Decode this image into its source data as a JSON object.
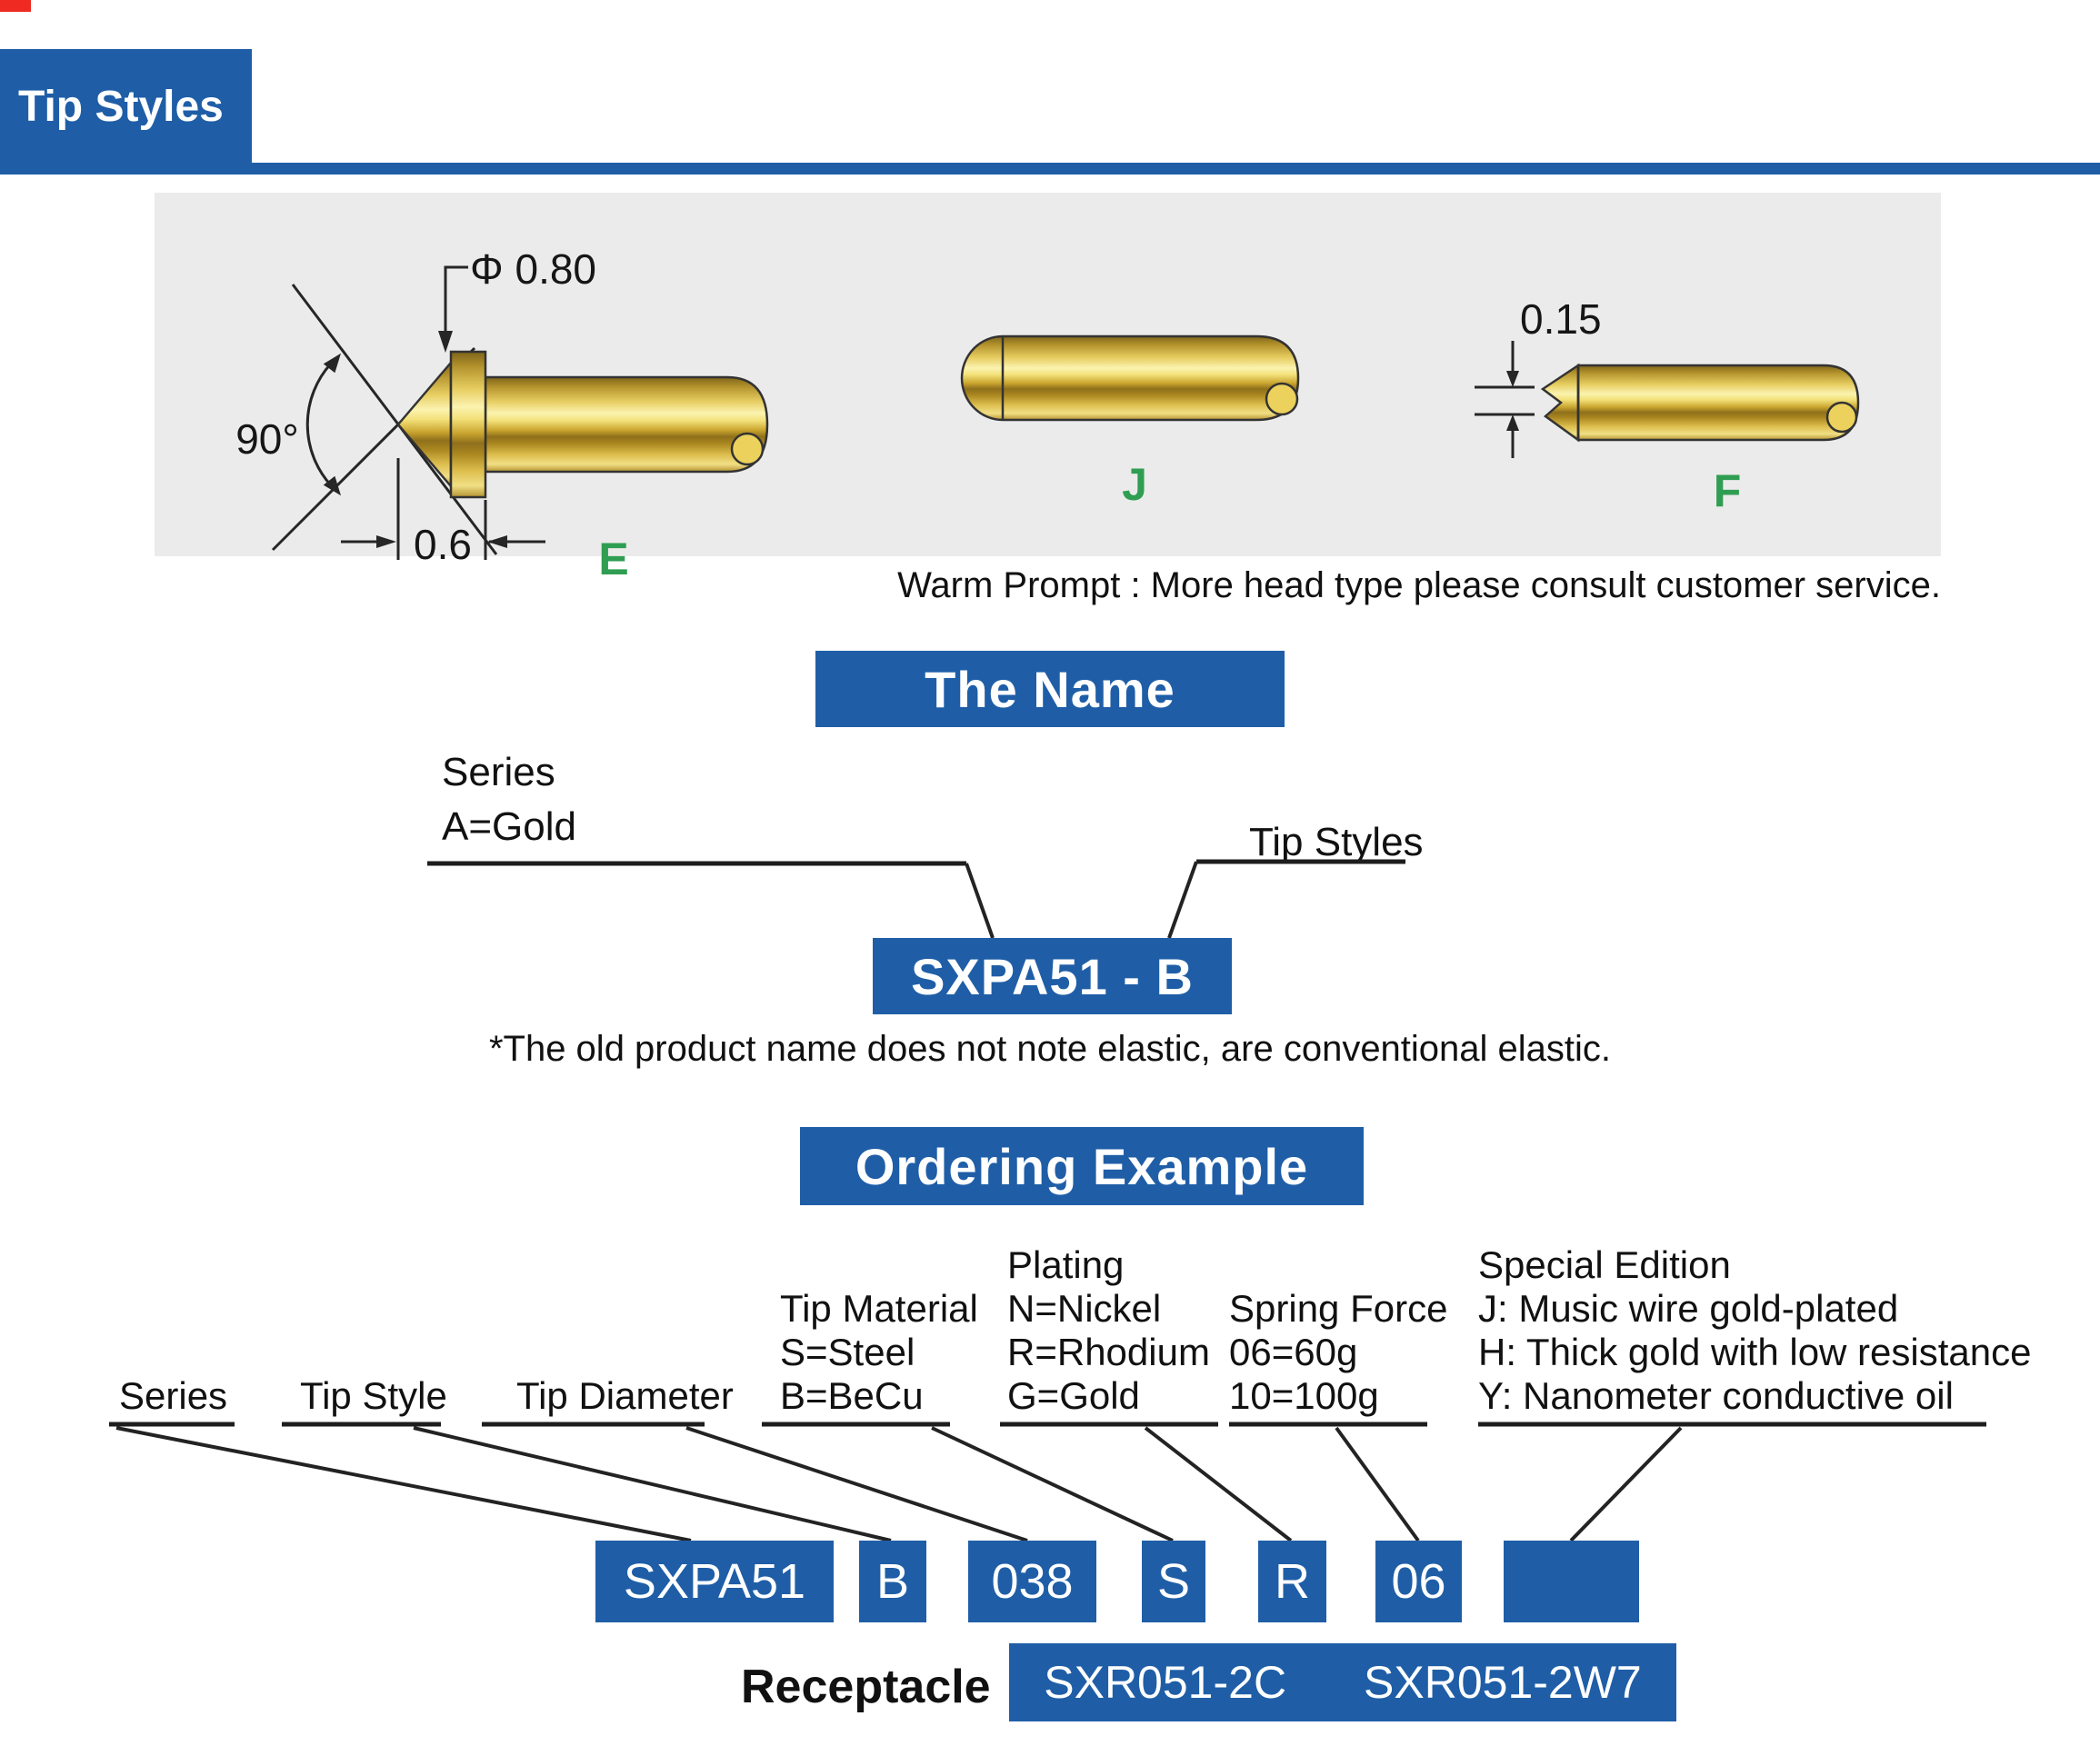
{
  "header": {
    "title": "Tip Styles"
  },
  "panel": {
    "warm_prompt": "Warm Prompt : More head type please consult customer service.",
    "probe_e": {
      "label": "E",
      "dim_diameter": "Φ 0.80",
      "dim_angle": "90°",
      "dim_tip_length": "0.6"
    },
    "probe_j": {
      "label": "J"
    },
    "probe_f": {
      "label": "F",
      "dim_notch": "0.15"
    }
  },
  "name_section": {
    "title": "The Name",
    "series_label": "Series",
    "series_value": "A=Gold",
    "tip_styles_label": "Tip Styles",
    "code": "SXPA51 - B",
    "note": "*The old product name does not note elastic, are conventional elastic."
  },
  "ordering": {
    "title": "Ordering Example",
    "fields": [
      {
        "label": "Series",
        "lines": [],
        "code": "SXPA51"
      },
      {
        "label": "Tip Style",
        "lines": [],
        "code": "B"
      },
      {
        "label": "Tip Diameter",
        "lines": [],
        "code": "038"
      },
      {
        "label": "Tip Material",
        "lines": [
          "S=Steel",
          "B=BeCu"
        ],
        "code": "S"
      },
      {
        "label": "Plating",
        "lines": [
          "N=Nickel",
          "R=Rhodium",
          "G=Gold"
        ],
        "code": "R"
      },
      {
        "label": "Spring Force",
        "lines": [
          "06=60g",
          "10=100g"
        ],
        "code": "06"
      },
      {
        "label": "Special Edition",
        "lines": [
          "J: Music wire gold-plated",
          "H: Thick gold with low resistance",
          "Y: Nanometer conductive oil"
        ],
        "code": ""
      }
    ],
    "receptacle_label": "Receptacle",
    "receptacle_codes": [
      "SXR051-2C",
      "SXR051-2W7"
    ]
  },
  "colors": {
    "accent_blue": "#1f5ea7",
    "probe_label_green": "#2f9e52",
    "corner_red": "#ee2a23",
    "panel_gray": "#ebebeb",
    "probe_gold": "#e8cf63"
  }
}
